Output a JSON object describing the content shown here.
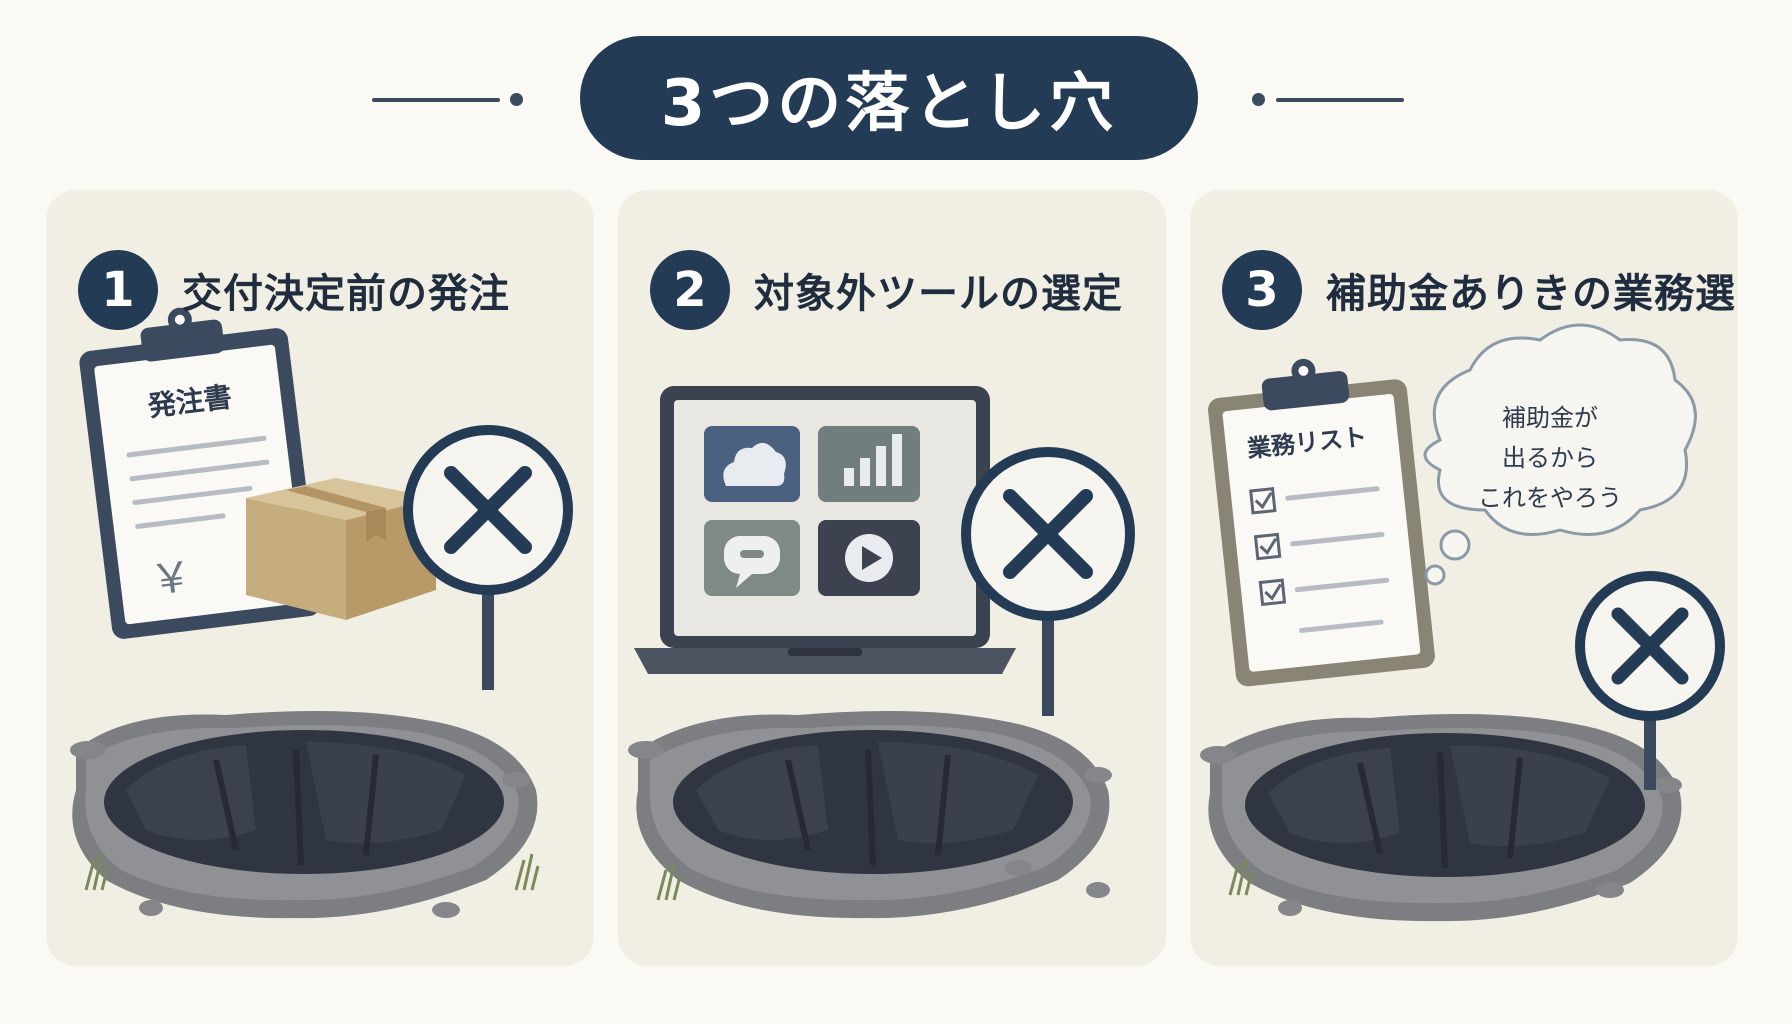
{
  "title": "3つの落とし穴",
  "panels": [
    {
      "number": "1",
      "title": "交付決定前の発注",
      "clipboard_title": "発注書",
      "clipboard_symbol": "￥"
    },
    {
      "number": "2",
      "title": "対象外ツールの選定"
    },
    {
      "number": "3",
      "title": "補助金ありきの業務選び",
      "clipboard_title": "業務リスト",
      "bubble_lines": [
        "補助金が",
        "出るから",
        "これをやろう"
      ]
    }
  ],
  "colors": {
    "navy": "#243b55",
    "panel_bg": "#f1eee4",
    "page_bg": "#fbf9f4"
  },
  "icons": [
    "clipboard-icon",
    "cardboard-box-icon",
    "prohibited-sign-icon",
    "laptop-icon",
    "cloud-icon",
    "bar-chart-icon",
    "chat-bubble-icon",
    "play-icon",
    "checklist-icon",
    "thought-bubble-icon",
    "pit-icon"
  ]
}
